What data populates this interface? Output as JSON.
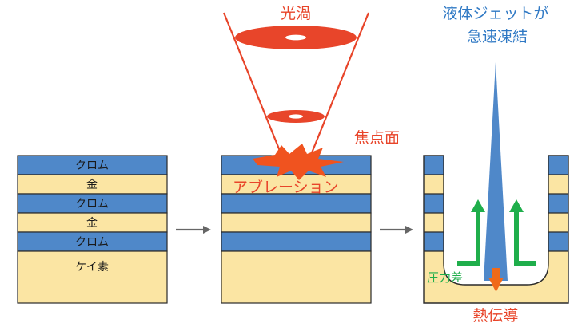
{
  "labels": {
    "left_stack": [
      "クロム",
      "金",
      "クロム",
      "金",
      "クロム",
      "ケイ素"
    ],
    "optical_vortex": "光渦",
    "focal_plane": "焦点面",
    "ablation": "アブレーション",
    "liquid_jet_line1": "液体ジェットが",
    "liquid_jet_line2": "急速凍結",
    "pressure_difference": "圧力差",
    "heat_conduction": "熱伝導"
  },
  "colors": {
    "chromium": "#4f88c9",
    "gold": "#fbe5a3",
    "silicon": "#fbe5a3",
    "laser": "#e8452a",
    "ablation_burst": "#f0531f",
    "jet": "#4f88c9",
    "pressure_arrow": "#1fae4b",
    "heat_arrow": "#f06a1a",
    "outline": "#2a2a2a",
    "process_arrow": "#666666"
  }
}
